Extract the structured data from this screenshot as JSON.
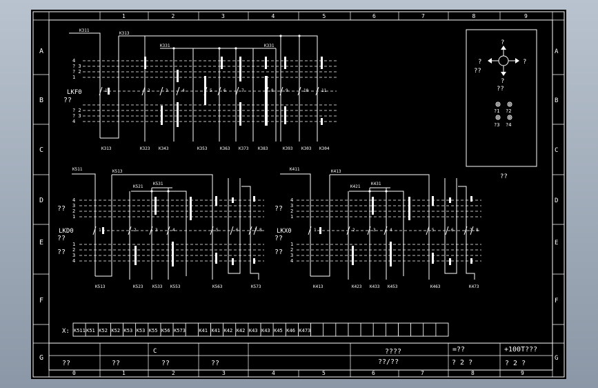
{
  "frame": {
    "columns": [
      "1",
      "2",
      "3",
      "4",
      "5",
      "6",
      "7",
      "8",
      "9"
    ],
    "bottom_columns": [
      "0",
      "1",
      "2",
      "3",
      "4",
      "5",
      "6",
      "7",
      "8",
      "9"
    ],
    "rows": [
      "A",
      "B",
      "C",
      "D",
      "E",
      "F",
      "G"
    ]
  },
  "diagram1": {
    "switch_label": "LKF0",
    "side_label_bottom": "??",
    "top_labels": [
      "K311",
      "K313",
      "K331",
      "K331"
    ],
    "upper_positions": [
      "4",
      "? 3",
      "? 2",
      "1"
    ],
    "lower_positions": [
      "? 2",
      "? 3",
      "4"
    ],
    "contact_numbers": [
      "1",
      "2",
      "3",
      "4",
      "5",
      "6",
      "7",
      "8",
      "9",
      "10",
      "11"
    ],
    "terminals": [
      "K313",
      "K323",
      "K343",
      "K353",
      "K363",
      "K373",
      "K383",
      "K393",
      "K303",
      "K304"
    ]
  },
  "diagram2": {
    "switch_label": "LKD0",
    "side_label_top": "??",
    "side_label_mid": "??",
    "side_label_bottom": "??",
    "top_labels": [
      "K511",
      "K513",
      "K521",
      "K531"
    ],
    "upper_positions": [
      "4",
      "3",
      "2",
      "1"
    ],
    "lower_positions": [
      "1",
      "2",
      "3",
      "4"
    ],
    "contact_numbers": [
      "1",
      "2",
      "3",
      "4",
      "5",
      "6",
      "7",
      "8"
    ],
    "terminals": [
      "K513",
      "K523",
      "K533",
      "K553",
      "K563",
      "K573"
    ]
  },
  "diagram3": {
    "switch_label": "LKX0",
    "side_label_top": "??",
    "side_label_mid": "??",
    "side_label_bottom": "??",
    "top_labels": [
      "K411",
      "K413",
      "K421",
      "K431"
    ],
    "upper_positions": [
      "4",
      "3",
      "2",
      "1"
    ],
    "lower_positions": [
      "1",
      "2",
      "3",
      "4"
    ],
    "contact_numbers": [
      "1",
      "2",
      "3",
      "4",
      "5",
      "6",
      "7",
      "8"
    ],
    "terminals": [
      "K413",
      "K423",
      "K433",
      "K453",
      "K463",
      "K473"
    ]
  },
  "direction_panel": {
    "up": "?",
    "left": "?",
    "right": "?",
    "down": "?",
    "left_sub": "??",
    "down_sub": "??",
    "caption": "??",
    "lamps": [
      "?1",
      "?2",
      "?3",
      "?4"
    ]
  },
  "terminal_strip": {
    "prefix": "X:",
    "cells": [
      "K511",
      "K51",
      "K52",
      "K52",
      "K53",
      "K53",
      "K55",
      "K56",
      "K573",
      "K41",
      "K41",
      "K42",
      "K42",
      "K43",
      "K43",
      "K45",
      "K46",
      "K473"
    ]
  },
  "title_block": {
    "cell_c": "C",
    "bottom_cells": [
      "??",
      "??",
      "??",
      "??"
    ],
    "center_top": "????",
    "center_bottom": "??/??",
    "eq_label": "=??",
    "code_label": "+100T???",
    "sheet_left": "? 2 ?",
    "sheet_right": "? 2 ?"
  }
}
